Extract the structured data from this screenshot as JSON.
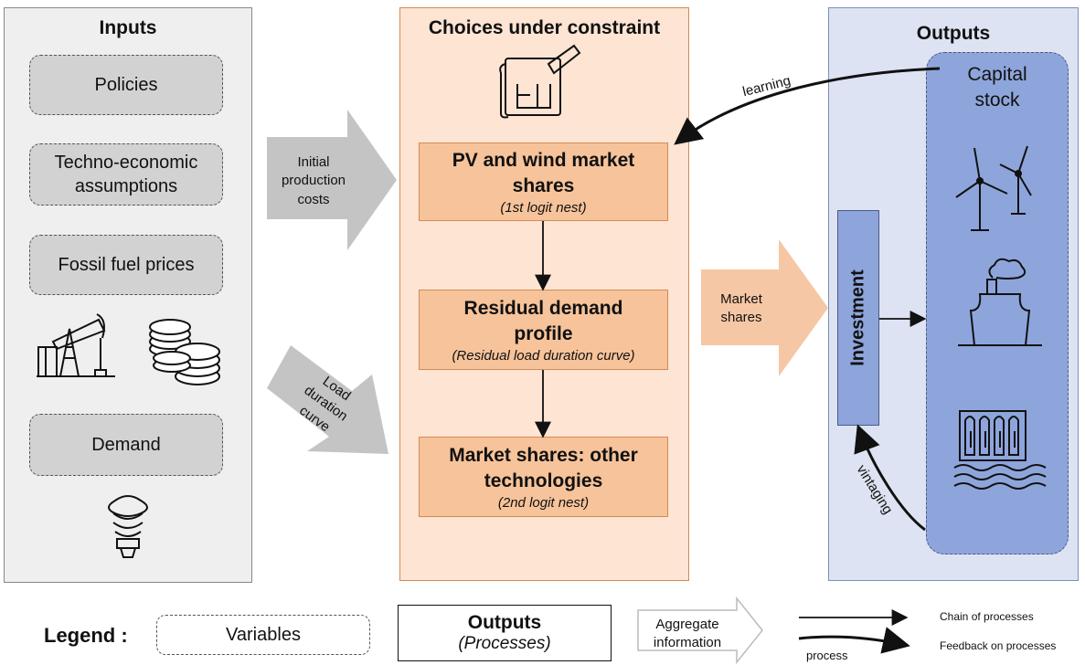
{
  "panels": {
    "inputs": {
      "title": "Inputs"
    },
    "choices": {
      "title": "Choices under constraint"
    },
    "outputs": {
      "title": "Outputs"
    }
  },
  "inputs": {
    "policies": "Policies",
    "techno_line1": "Techno-economic",
    "techno_line2": "assumptions",
    "fossil": "Fossil fuel prices",
    "demand": "Demand"
  },
  "processes": {
    "pv": {
      "title_line1": "PV and wind market",
      "title_line2": "shares",
      "subtitle": "(1st logit nest)"
    },
    "residual": {
      "title_line1": "Residual demand",
      "title_line2": "profile",
      "subtitle": "(Residual load duration curve)"
    },
    "market": {
      "title_line1": "Market shares: other",
      "title_line2": "technologies",
      "subtitle": "(2nd logit nest)"
    }
  },
  "arrows": {
    "initial_line1": "Initial",
    "initial_line2": "production",
    "initial_line3": "costs",
    "load_line1": "Load",
    "load_line2": "duration",
    "load_line3": "curve",
    "market_line1": "Market",
    "market_line2": "shares",
    "learning": "learning",
    "vintaging": "vintaging"
  },
  "outputs": {
    "capital_line1": "Capital",
    "capital_line2": "stock",
    "investment": "Investment"
  },
  "legend": {
    "label": "Legend :",
    "variables": "Variables",
    "outputs": "Outputs",
    "processes": "(Processes)",
    "aggregate_line1": "Aggregate",
    "aggregate_line2": "information",
    "chain": "Chain of processes",
    "process": "process",
    "feedback": "Feedback on processes"
  },
  "colors": {
    "inputs_bg": "#efefef",
    "choices_bg": "#fde4d3",
    "process_fill": "#f7c39a",
    "outputs_bg": "#dde3f2",
    "capital_fill": "#8ea5dc",
    "investment_fill": "#8ea5dc",
    "grey_arrow": "#c4c4c4",
    "orange_arrow": "#f6c7a4"
  }
}
